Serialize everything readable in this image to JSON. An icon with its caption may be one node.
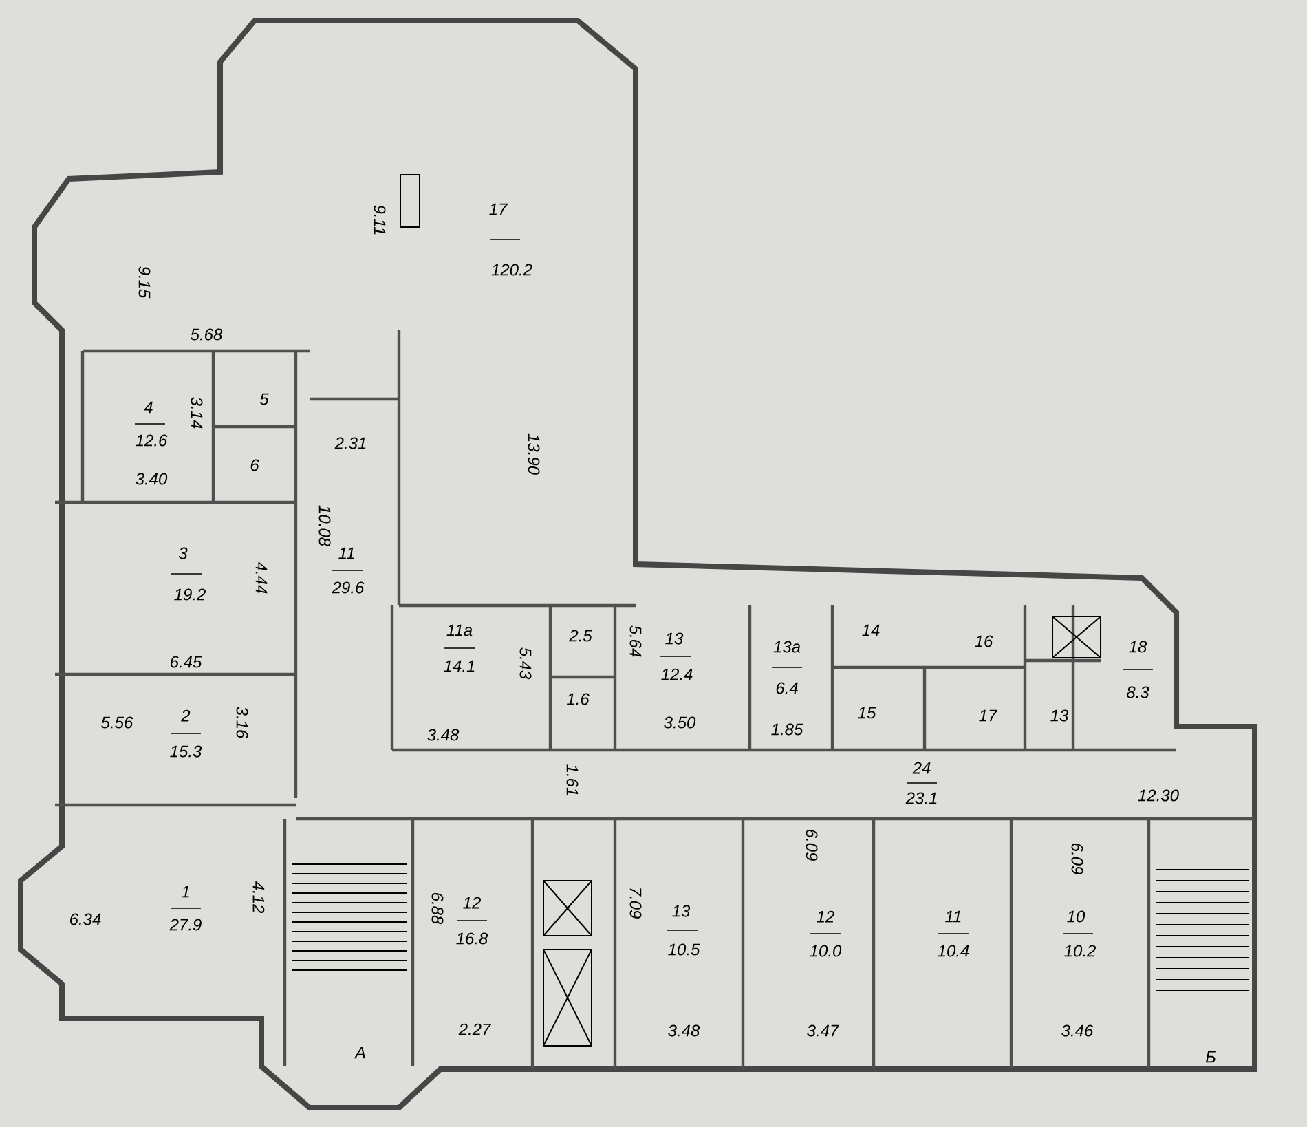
{
  "diagram": {
    "labels": [
      "9.11",
      "17",
      "120.2",
      "9.15",
      "13.90",
      "5.68",
      "4",
      "12.6",
      "3.14",
      "3.40",
      "5",
      "6",
      "2.31",
      "10.08",
      "11",
      "29.6",
      "3",
      "19.2",
      "4.44",
      "6.45",
      "5.56",
      "2",
      "15.3",
      "3.16",
      "6.34",
      "1",
      "27.9",
      "4.12",
      "A",
      "2.27",
      "12",
      "16.8",
      "6.88",
      "11a",
      "14.1",
      "5.43",
      "3.48",
      "2.5",
      "1.6",
      "1.61",
      "5.64",
      "13",
      "12.4",
      "3.50",
      "13a",
      "6.4",
      "1.85",
      "14",
      "16",
      "15",
      "17",
      "18",
      "8.3",
      "13",
      "24",
      "23.1",
      "12.30",
      "7.09",
      "13",
      "10.5",
      "3.48",
      "6.09",
      "12",
      "10.0",
      "3.47",
      "11",
      "10.4",
      "6.09",
      "10",
      "10.2",
      "3.46",
      "Б"
    ]
  }
}
